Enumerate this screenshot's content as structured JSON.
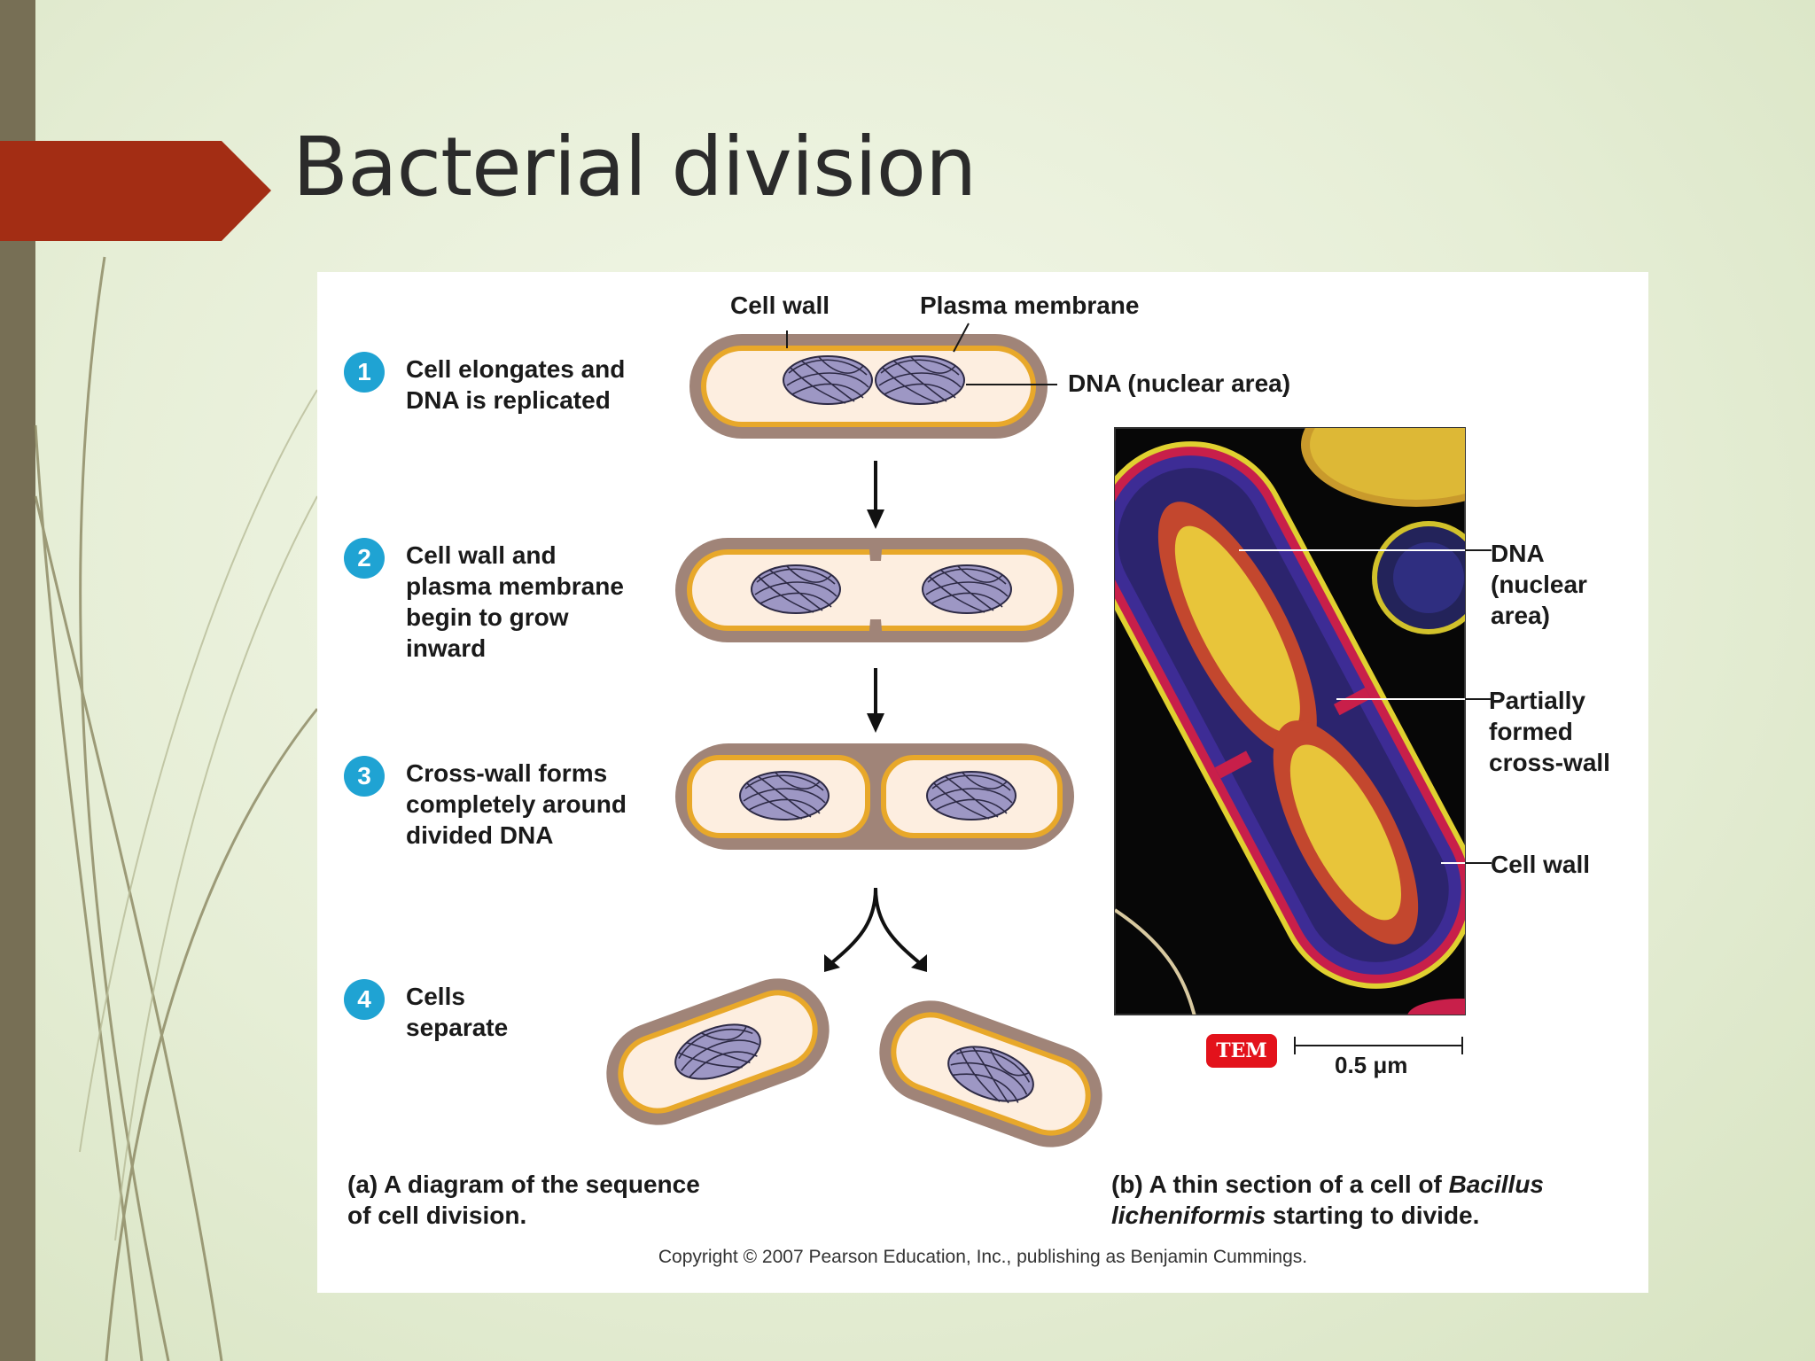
{
  "slide": {
    "title": "Bacterial division"
  },
  "figure": {
    "top_labels": {
      "cell_wall": "Cell wall",
      "plasma_membrane": "Plasma membrane",
      "dna": "DNA (nuclear area)"
    },
    "steps": [
      {
        "num": "1",
        "text": "Cell elongates and\nDNA is replicated"
      },
      {
        "num": "2",
        "text": "Cell wall and\nplasma membrane\nbegin to grow\ninward"
      },
      {
        "num": "3",
        "text": "Cross-wall forms\ncompletely around\ndivided DNA"
      },
      {
        "num": "4",
        "text": "Cells\nseparate"
      }
    ],
    "micrograph_labels": {
      "dna": "DNA\n(nuclear\narea)",
      "cross_wall": "Partially\nformed\ncross-wall",
      "cell_wall": "Cell wall"
    },
    "tem_badge": "TEM",
    "scale": "0.5 μm",
    "caption_a": {
      "letter": "(a)",
      "text": " A diagram of the sequence",
      "text2": "of cell division."
    },
    "caption_b": {
      "letter": "(b)",
      "text": " A thin section of a cell of ",
      "italic1": "Bacillus",
      "italic2": "licheniformis",
      "text2": " starting to divide."
    },
    "copyright": "Copyright © 2007 Pearson Education, Inc., publishing as Benjamin Cummings."
  },
  "colors": {
    "accent_arrow": "#a32d14",
    "sidebar": "#776f55",
    "step_badge": "#1fa3d3",
    "cell_wall": "#a08478",
    "membrane": "#e8a82a",
    "cytoplasm": "#fdeee0",
    "dna": "#9d97c4"
  }
}
